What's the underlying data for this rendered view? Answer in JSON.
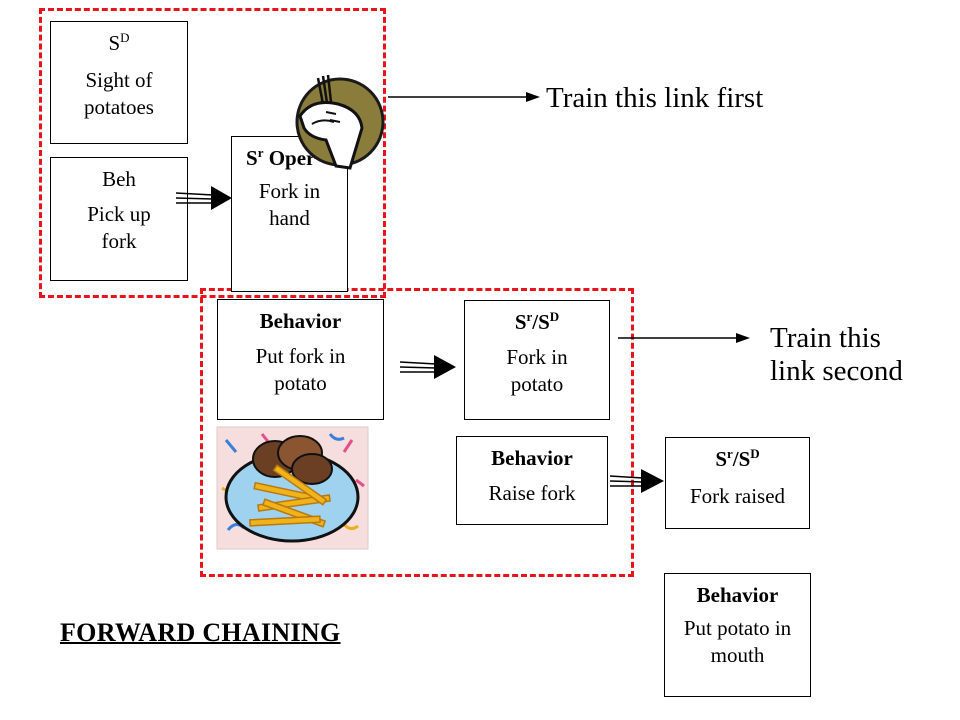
{
  "title": "FORWARD CHAINING",
  "colors": {
    "dash_border": "#e8141b",
    "line": "#000000"
  },
  "icons": {
    "hand_fork": "hand-holding-fork-icon",
    "food": "potatoes-and-fries-icon"
  },
  "boxes": {
    "sd_sight": {
      "head": "S",
      "head_sup": "D",
      "text": "Sight of potatoes"
    },
    "beh_pick": {
      "head": "Beh",
      "text": "Pick up fork"
    },
    "sr_oper": {
      "head": "S",
      "head_sup": "r",
      "head_rest": " Oper",
      "text": "Fork in hand"
    },
    "beh_put": {
      "head": "Behavior",
      "text": "Put fork in potato"
    },
    "srsd_potato": {
      "head": "S",
      "head_sup": "r",
      "head_mid": "/S",
      "head_sup2": "D",
      "text": "Fork in potato"
    },
    "beh_raise": {
      "head": "Behavior",
      "text": "Raise fork"
    },
    "srsd_raised": {
      "head": "S",
      "head_sup": "r",
      "head_mid": "/S",
      "head_sup2": "D",
      "text": "Fork raised"
    },
    "beh_mouth": {
      "head": "Behavior",
      "text": "Put potato in mouth"
    }
  },
  "labels": {
    "first": "Train this link first",
    "second_line1": "Train this",
    "second_line2": "link second"
  }
}
